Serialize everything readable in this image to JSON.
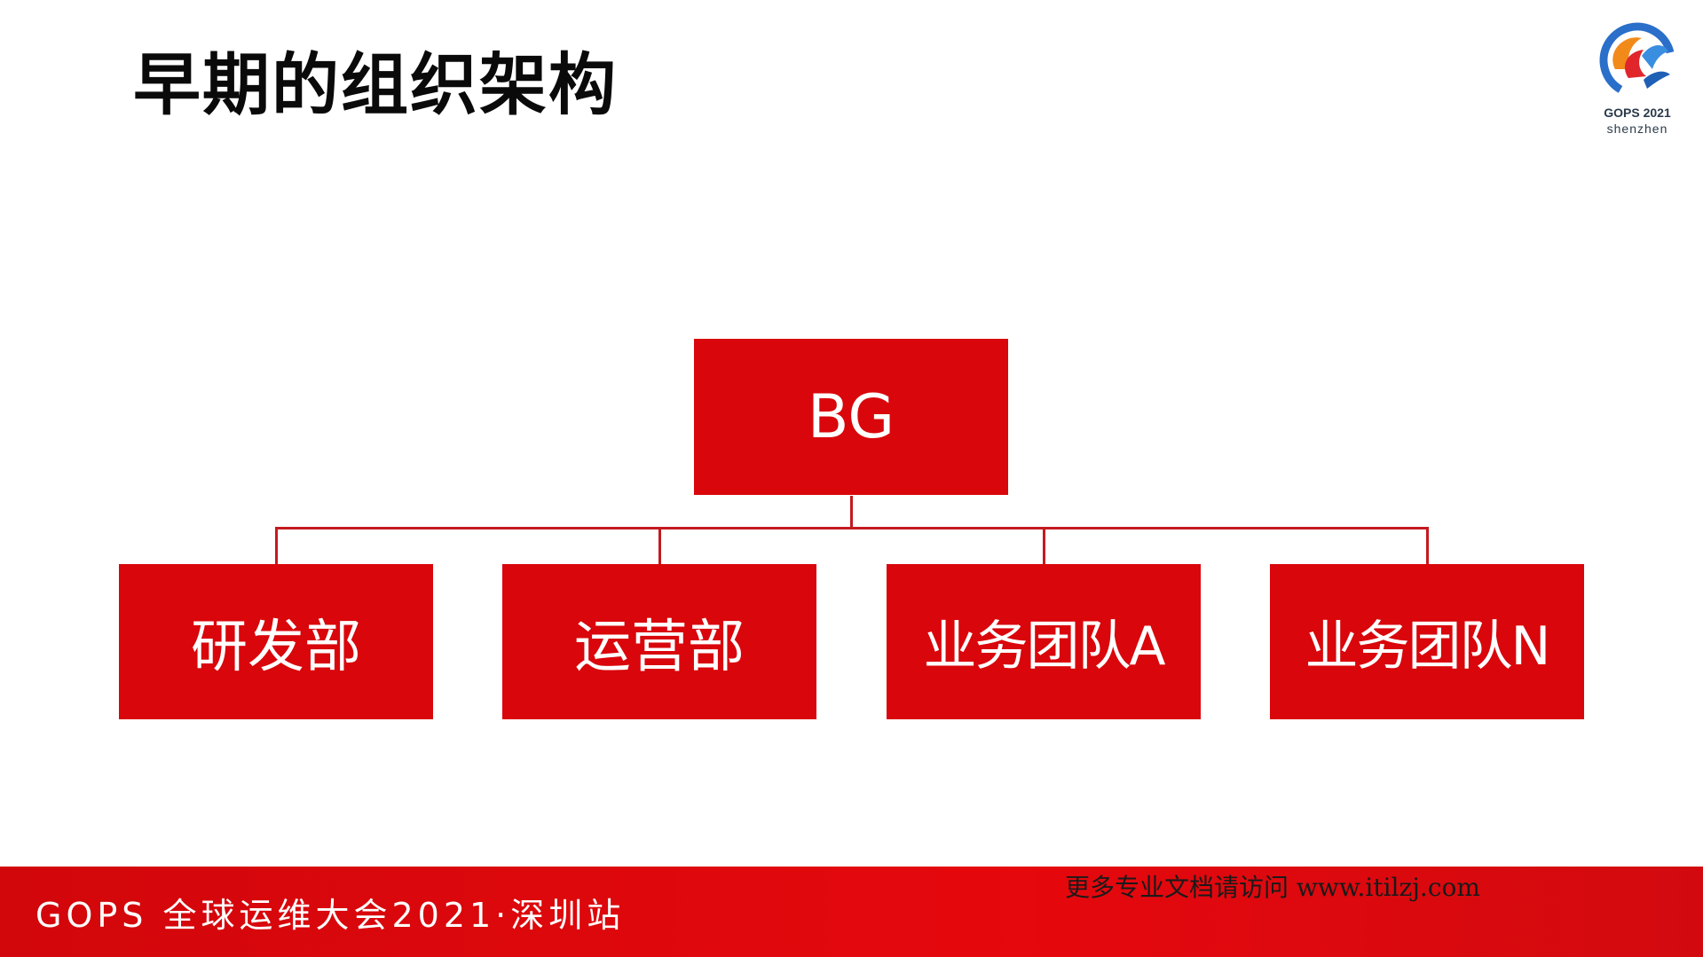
{
  "slide": {
    "title": "早期的组织架构"
  },
  "logo": {
    "line1": "GOPS 2021",
    "line2": "shenzhen"
  },
  "org_chart": {
    "root": {
      "label": "BG"
    },
    "children": [
      {
        "label": "研发部"
      },
      {
        "label": "运营部"
      },
      {
        "label": "业务团队A"
      },
      {
        "label": "业务团队N"
      }
    ]
  },
  "footer": {
    "event_name": "GOPS 全球运维大会2021·深圳站",
    "watermark": "更多专业文档请访问 www.itilzj.com"
  },
  "colors": {
    "node_fill": "#d9060b",
    "connector": "#c41a1f",
    "footer_bar": "#e5080d",
    "title_text": "#0a0a0a"
  }
}
